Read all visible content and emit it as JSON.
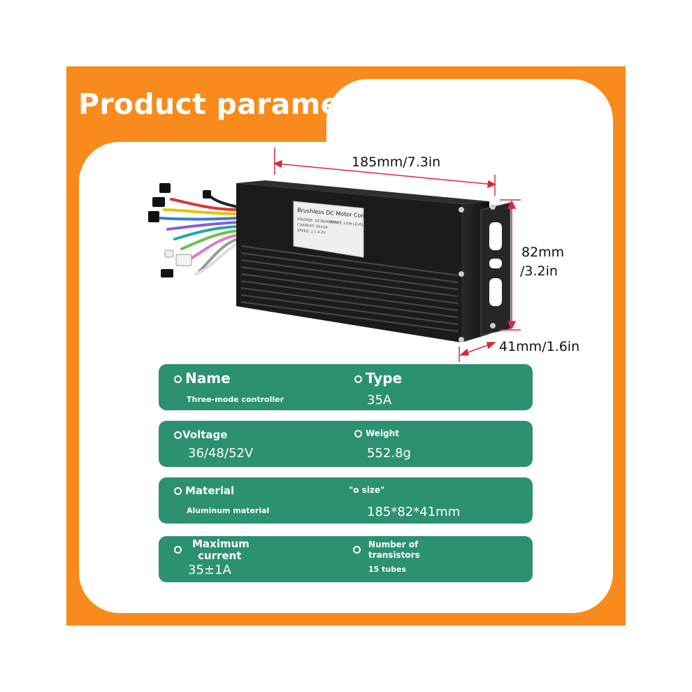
{
  "title": "Product parameters",
  "dimensions": {
    "length": "185mm/7.3in",
    "height_line1": "82mm",
    "height_line2": "/3.2in",
    "width": "41mm/1.6in"
  },
  "product": {
    "label_title": "Brushless DC Motor Controller",
    "label_line1": "VOLTAGE: DC36/48/52V",
    "label_line2": "BRAKE: LOW LEVEL",
    "label_line3": "CURRENT: 35±1A",
    "label_line4": "SPEED: 1.1-4.2V"
  },
  "specs": [
    {
      "left_label": "Name",
      "left_value": "Three-mode controller",
      "right_label": "Type",
      "right_value": "35A"
    },
    {
      "left_label": "Voltage",
      "left_value": "36/48/52V",
      "right_label": "Weight",
      "right_value": "552.8g"
    },
    {
      "left_label": "Material",
      "left_value": "Aluminum material",
      "right_label": "\"o size\"",
      "right_value": "185*82*41mm"
    },
    {
      "left_label_line1": "Maximum",
      "left_label_line2": "current",
      "left_value": "35±1A",
      "right_label_line1": "Number of",
      "right_label_line2": "transistors",
      "right_value": "15 tubes"
    }
  ],
  "colors": {
    "orange": "#f98a1c",
    "green": "#2c9072",
    "white": "#ffffff"
  }
}
